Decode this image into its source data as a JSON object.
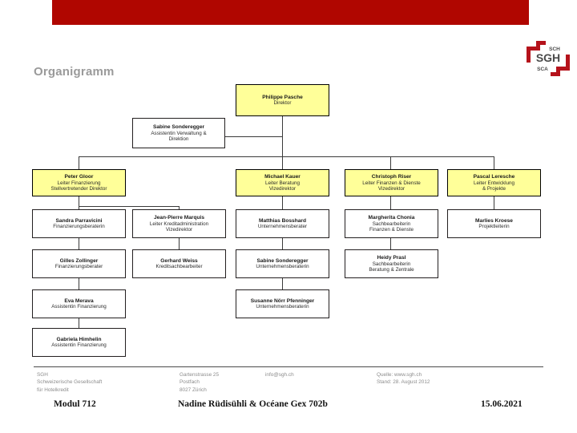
{
  "slide": {
    "title": "Organigramm",
    "banner_color": "#B00600",
    "node_highlight_color": "#FFFF99"
  },
  "logo": {
    "main": "SGH",
    "top": "SCH",
    "bottom": "SCA",
    "color": "#B5121B"
  },
  "org_chart": {
    "nodes": [
      {
        "id": "pasche",
        "name": "Philippe Pasche",
        "role1": "Direktor",
        "role2": "",
        "highlight": true
      },
      {
        "id": "sonderegger",
        "name": "Sabine Sonderegger",
        "role1": "Assistentin Verwaltung &",
        "role2": "Direktion",
        "highlight": false
      },
      {
        "id": "gloor",
        "name": "Peter Gloor",
        "role1": "Leiter Finanzierung",
        "role2": "Stellvertretender Direktor",
        "highlight": true
      },
      {
        "id": "kauer",
        "name": "Michael Kauer",
        "role1": "Leiter Beratung",
        "role2": "Vizedirektor",
        "highlight": true
      },
      {
        "id": "riser",
        "name": "Christoph Riser",
        "role1": "Leiter Finanzen & Dienste",
        "role2": "Vizedirektor",
        "highlight": true
      },
      {
        "id": "leresche",
        "name": "Pascal Leresche",
        "role1": "Leiter Entwicklung",
        "role2": "& Projekte",
        "highlight": true
      },
      {
        "id": "parravicini",
        "name": "Sandra Parravicini",
        "role1": "Finanzierungsberaterin",
        "role2": "",
        "highlight": false
      },
      {
        "id": "marquis",
        "name": "Jean-Pierre Marquis",
        "role1": "Leiter Kreditadministration",
        "role2": "Vizedirektor",
        "highlight": false
      },
      {
        "id": "bosshard",
        "name": "Matthias Bosshard",
        "role1": "Unternehmensberater",
        "role2": "",
        "highlight": false
      },
      {
        "id": "chonia",
        "name": "Margherita Chonia",
        "role1": "Sachbearbeiterin",
        "role2": "Finanzen & Dienste",
        "highlight": false
      },
      {
        "id": "kroese",
        "name": "Marlies Kroese",
        "role1": "Projektleiterin",
        "role2": "",
        "highlight": false
      },
      {
        "id": "zollinger",
        "name": "Gilles Zollinger",
        "role1": "Finanzierungsberater",
        "role2": "",
        "highlight": false
      },
      {
        "id": "weiss",
        "name": "Gerhard Weiss",
        "role1": "Kreditsachbearbeiter",
        "role2": "",
        "highlight": false
      },
      {
        "id": "sonderegger2",
        "name": "Sabine Sonderegger",
        "role1": "Unternehmensberaterin",
        "role2": "",
        "highlight": false
      },
      {
        "id": "prasl",
        "name": "Heidy Prasl",
        "role1": "Sachbearbeiterin",
        "role2": "Beratung & Zentrale",
        "highlight": false
      },
      {
        "id": "merava",
        "name": "Eva Merava",
        "role1": "Assistentin Finanzierung",
        "role2": "",
        "highlight": false
      },
      {
        "id": "pfenninger",
        "name": "Susanne Nörr Pfenninger",
        "role1": "Unternehmensberaterin",
        "role2": "",
        "highlight": false
      },
      {
        "id": "himhelin",
        "name": "Gabriela Himhelin",
        "role1": "Assistentin Finanzierung",
        "role2": "",
        "highlight": false
      }
    ]
  },
  "address_footer": {
    "col1_line1": "SGH",
    "col1_line2": "Schweizerische Gesellschaft",
    "col1_line3": "für Hotelkredit",
    "col2_line1": "Gartenstrasse 25",
    "col2_line2": "Postfach",
    "col2_line3": "8027 Zürich",
    "col3_line1": "info@sgh.ch",
    "col4_line1": "Quelle: www.sgh.ch",
    "col4_line2": "Stand: 28. August 2012"
  },
  "slide_footer": {
    "left": "Modul 712",
    "center": "Nadine Rüdisühli & Océane Gex   702b",
    "right": "15.06.2021"
  }
}
